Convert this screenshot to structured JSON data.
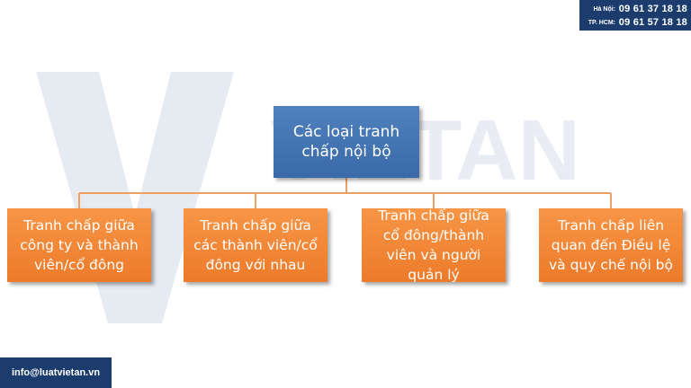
{
  "contact": {
    "hanoi_label": "Hà Nội:",
    "hanoi_phone": "09 61 37 18 18",
    "hcm_label": "TP. HCM:",
    "hcm_phone": "09 61 57 18 18"
  },
  "watermark": {
    "text": "VIETAN",
    "color": "#dfe4ec"
  },
  "diagram": {
    "root": "Các loại tranh chấp nội bộ",
    "children": [
      "Tranh chấp giữa công ty và thành viên/cổ đông",
      "Tranh chấp giữa các thành viên/cổ đông với nhau",
      "Tranh chấp giữa cổ đông/thành viên và người quản lý",
      "Tranh chấp liên quan đến Điều  lệ và quy chế nội bộ"
    ],
    "colors": {
      "root": "#4f81bd",
      "child": "#f58b3c",
      "connector": "#f0a060"
    }
  },
  "email": "info@luatvietan.vn"
}
